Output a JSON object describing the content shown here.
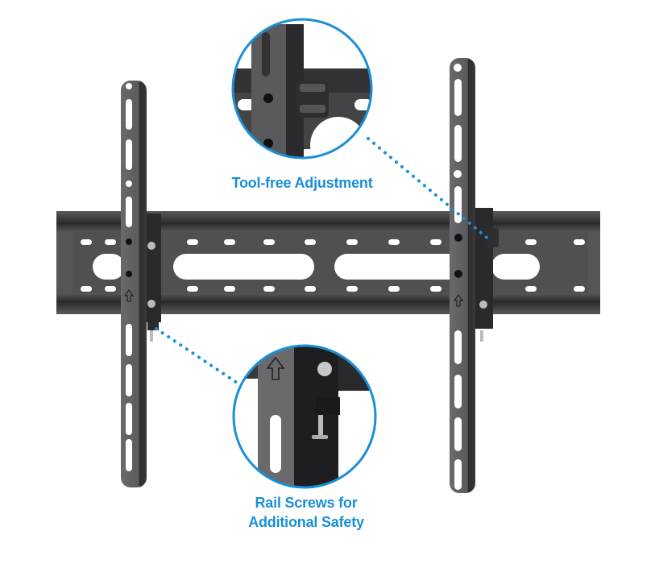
{
  "image": {
    "subject": "Tilting TV wall mount bracket",
    "background_color": "#ffffff",
    "accent_color": "#1a8fd6",
    "metal_color": "#4a4a4c"
  },
  "callouts": [
    {
      "id": "tool-free",
      "label": "Tool-free Adjustment",
      "detail": "tilt adjustment knob close-up"
    },
    {
      "id": "rail-screws",
      "label_line1": "Rail Screws for",
      "label_line2": "Additional Safety",
      "detail": "safety screw under vertical arm close-up"
    }
  ]
}
